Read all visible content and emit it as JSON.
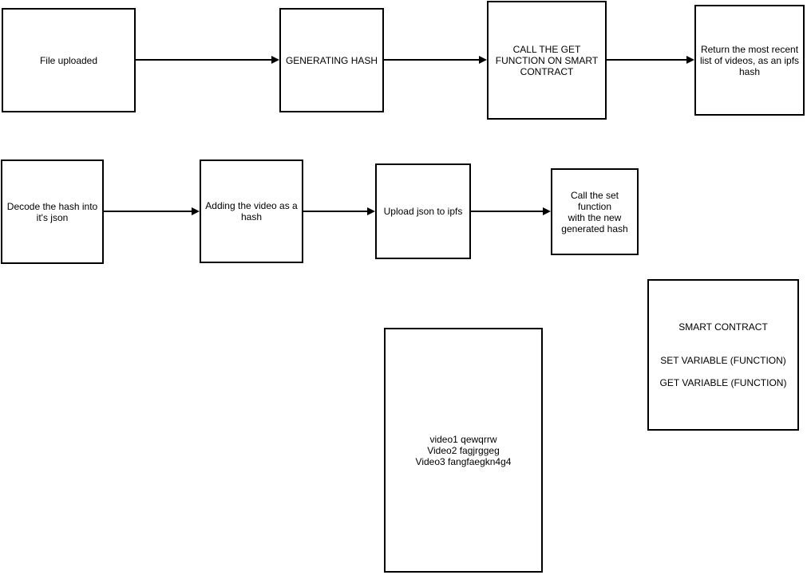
{
  "diagram": {
    "background_color": "#ffffff",
    "node_fill_color": "#ffffff",
    "node_border_color": "#000000",
    "text_color": "#000000",
    "connector_color": "#000000",
    "nodes": [
      {
        "id": "file-uploaded",
        "label": "File uploaded"
      },
      {
        "id": "generating-hash",
        "label": "GENERATING HASH"
      },
      {
        "id": "call-get-function",
        "label": "CALL THE GET\nFUNCTION ON SMART\nCONTRACT"
      },
      {
        "id": "return-recent-list",
        "label": "Return the most recent\nlist of videos, as an ipfs\nhash"
      },
      {
        "id": "decode-hash",
        "label": "Decode the hash into\nit's json"
      },
      {
        "id": "adding-video-hash",
        "label": "Adding the video as a\nhash"
      },
      {
        "id": "upload-json-ipfs",
        "label": "Upload json to ipfs"
      },
      {
        "id": "call-set-function",
        "label": "Call the set function\nwith the new\ngenerated hash"
      },
      {
        "id": "video-list",
        "label": "video1 qewqrrw\nVideo2 fagjrggeg\nVideo3 fangfaegkn4g4"
      },
      {
        "id": "smart-contract",
        "title": "SMART CONTRACT",
        "functions": [
          "SET VARIABLE (FUNCTION)",
          "GET VARIABLE (FUNCTION)"
        ]
      }
    ],
    "edges": [
      {
        "from": "file-uploaded",
        "to": "generating-hash"
      },
      {
        "from": "generating-hash",
        "to": "call-get-function"
      },
      {
        "from": "call-get-function",
        "to": "return-recent-list"
      },
      {
        "from": "decode-hash",
        "to": "adding-video-hash"
      },
      {
        "from": "adding-video-hash",
        "to": "upload-json-ipfs"
      },
      {
        "from": "upload-json-ipfs",
        "to": "call-set-function"
      }
    ]
  }
}
